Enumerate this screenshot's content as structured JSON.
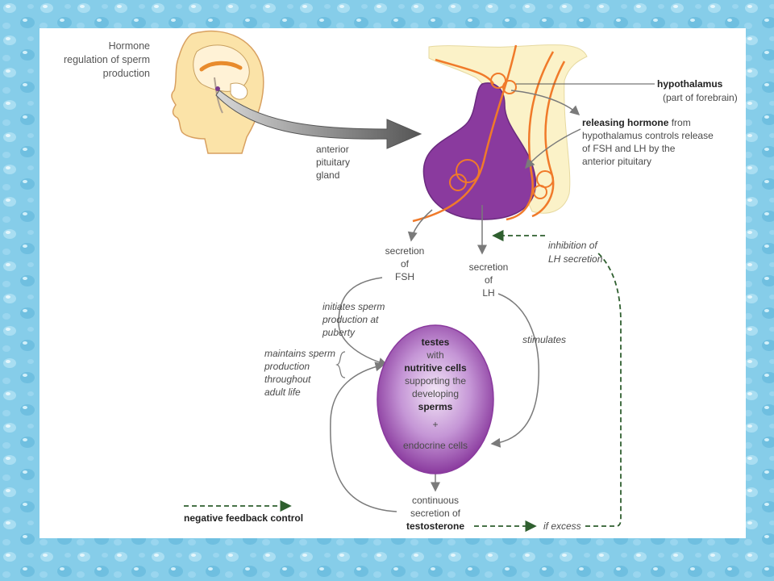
{
  "title_lines": [
    "Hormone",
    "regulation of sperm",
    "production"
  ],
  "labels": {
    "pituitary": [
      "anterior",
      "pituitary",
      "gland"
    ],
    "hypothalamus": "hypothalamus",
    "hypothalamus_sub": "(part of forebrain)",
    "releasing_bold": "releasing hormone",
    "releasing_rest1": " from",
    "releasing_lines": [
      "hypothalamus controls release",
      "of FSH and LH by the",
      "anterior pituitary"
    ],
    "fsh": [
      "secretion",
      "of",
      "FSH"
    ],
    "lh": [
      "secretion",
      "of",
      "LH"
    ],
    "inhibition": [
      "inhibition of",
      "LH secretion"
    ],
    "initiates": [
      "initiates sperm",
      "production at",
      "puberty"
    ],
    "maintains": [
      "maintains sperm",
      "production",
      "throughout",
      "adult life"
    ],
    "stimulates": "stimulates",
    "testosterone": [
      "continuous",
      "secretion of"
    ],
    "testosterone_bold": "testosterone",
    "if_excess": "if excess",
    "legend": "negative feedback control"
  },
  "testes": {
    "line1": "testes",
    "line2": "with",
    "line3": "nutritive cells",
    "line4": "supporting the",
    "line5": "developing",
    "line6": "sperms",
    "line7": "+",
    "line8": "endocrine cells"
  },
  "colors": {
    "purple": "#8a3a9e",
    "purple_light": "#c89ad6",
    "orange": "#f07a2a",
    "cream": "#fbf2c8",
    "feedback_green": "#2f5f2f",
    "arrow_grey": "#7a7a7a"
  }
}
